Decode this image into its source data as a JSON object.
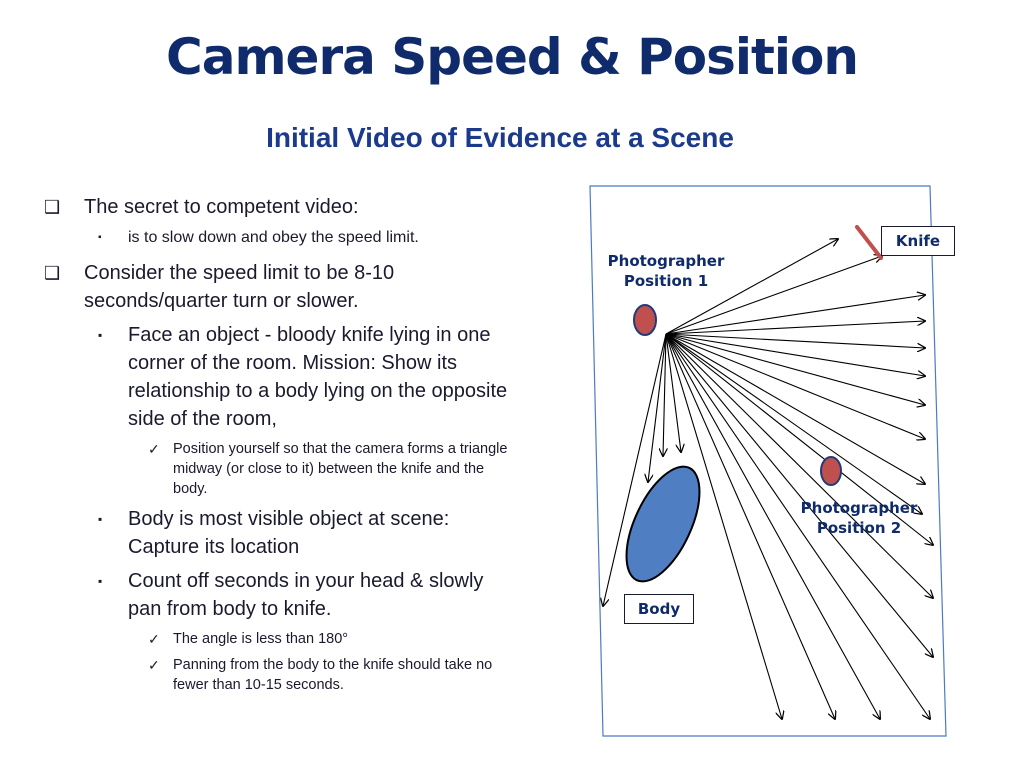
{
  "title": "Camera Speed & Position",
  "subtitle": "Initial Video of Evidence at a Scene",
  "bullets": {
    "b1": "The secret to competent video:",
    "b1_1": "is to slow down and obey the speed limit.",
    "b2": "Consider the speed limit to be 8-10 seconds/quarter turn or slower.",
    "b2_1": "Face an object - bloody knife lying in one corner of the room. Mission: Show its relationship to a body lying on the opposite side of the room,",
    "b2_1_1": "Position yourself so that the camera forms a triangle midway (or close to it) between the knife and the body.",
    "b2_2": "Body is most visible object at scene: Capture its location",
    "b2_3": "Count off seconds in your head & slowly pan from body to knife.",
    "b2_3_1": "The angle is less than 180°",
    "b2_3_2": "Panning from the body to the knife should take no fewer than 10-15 seconds."
  },
  "diagram": {
    "knife_label": "Knife",
    "body_label": "Body",
    "pos1_label": "Photographer Position 1",
    "pos2_label": "Photographer Position 2",
    "colors": {
      "body_fill": "#4f7fc2",
      "photographer_fill": "#c0504d",
      "knife": "#c0504d",
      "room_border": "#4a7bc4"
    }
  }
}
